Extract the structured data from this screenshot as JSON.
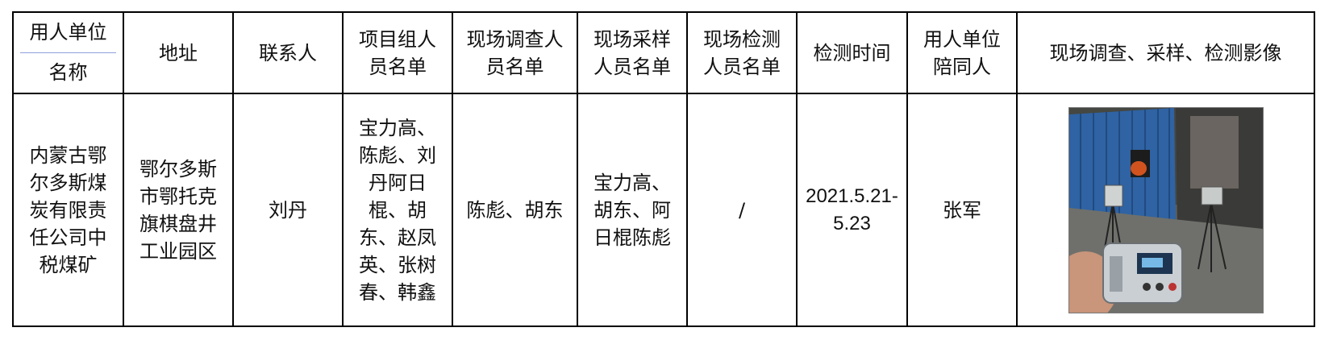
{
  "headers": {
    "unit_name_top": "用人单位",
    "unit_name_bottom": "名称",
    "address": "地址",
    "contact": "联系人",
    "project_members": "项目组人员名单",
    "survey_members": "现场调查人员名单",
    "sampling_members": "现场采样人员名单",
    "testing_members": "现场检测人员名单",
    "test_time": "检测时间",
    "escort": "用人单位陪同人",
    "images": "现场调查、采样、检测影像"
  },
  "row": {
    "unit_name": "内蒙古鄂尔多斯煤炭有限责任公司中税煤矿",
    "address": "鄂尔多斯市鄂托克旗棋盘井工业园区",
    "contact": "刘丹",
    "project_members": "宝力高、陈彪、刘丹阿日棍、胡东、赵凤英、张树春、韩鑫",
    "survey_members": "陈彪、胡东",
    "sampling_members": "宝力高、胡东、阿日棍陈彪",
    "testing_members": "/",
    "test_time": "2021.5.21-5.23",
    "escort": "张军"
  },
  "colors": {
    "border": "#000000",
    "subheader_divider": "#8fa0dc"
  }
}
